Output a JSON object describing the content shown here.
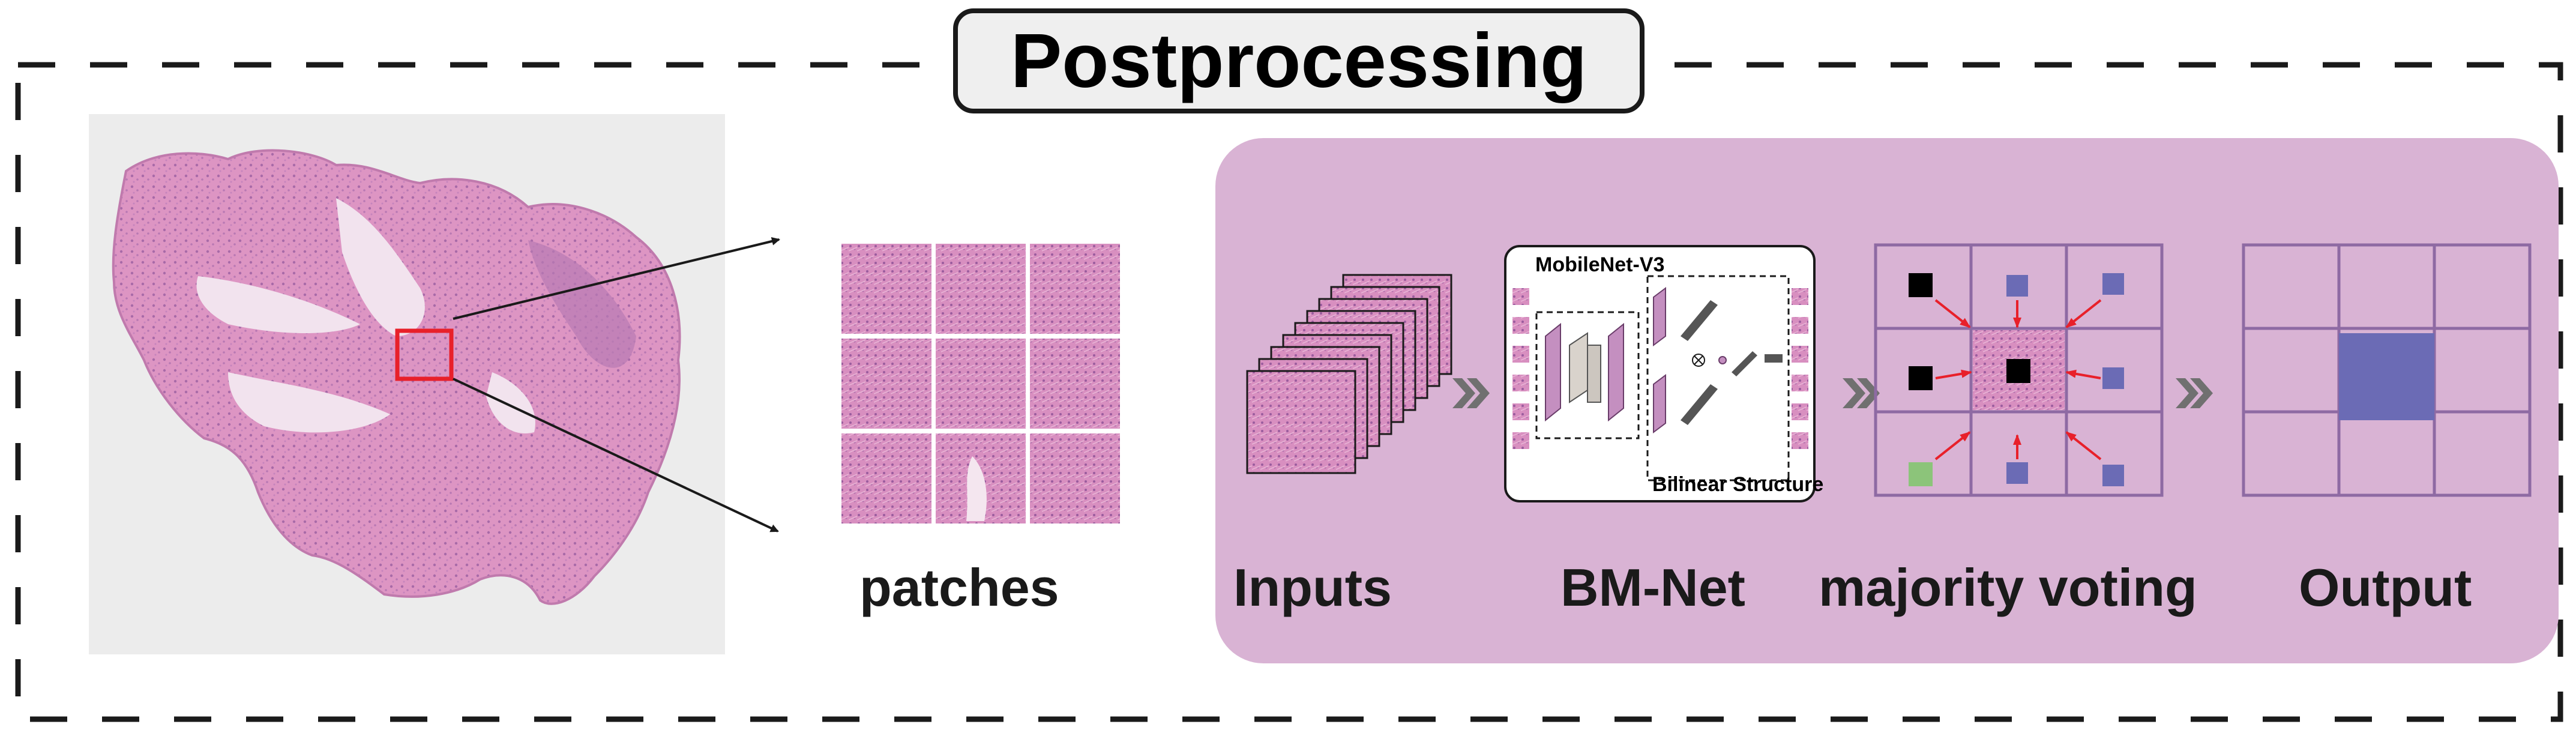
{
  "title": "Postprocessing",
  "labels": {
    "patches": "patches",
    "inputs": "Inputs",
    "bmnet": "BM-Net",
    "majority_voting": "majority voting",
    "output": "Output"
  },
  "network": {
    "backbone": "MobileNet-V3",
    "bilinear": "Bilinear Structure"
  },
  "colors": {
    "panel": "#d9b3d4",
    "tissue": "#d98fbf",
    "highlight": "#e8202a",
    "grid_line": "#8e6aa3",
    "vote_blue": "#6b6bb5",
    "vote_black": "#000000",
    "vote_green": "#8cc47a",
    "arrow": "#e8202a",
    "chevron": "#707070"
  }
}
